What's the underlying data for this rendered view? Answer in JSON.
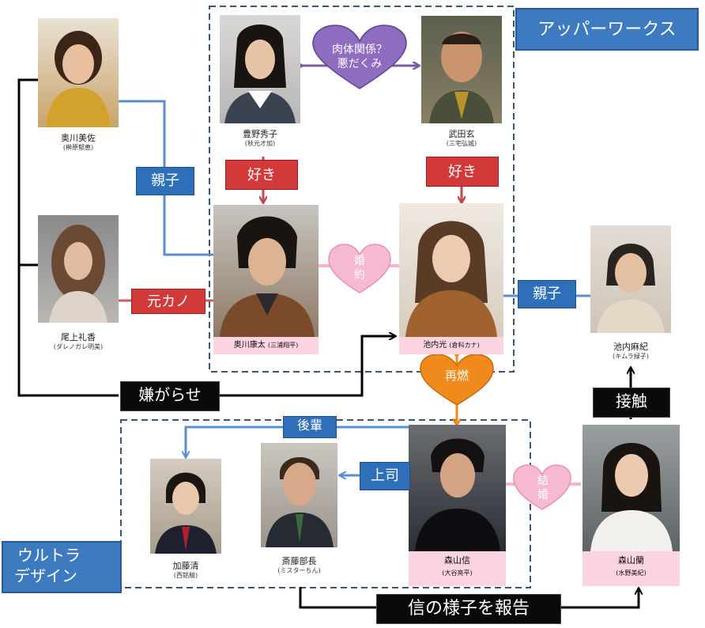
{
  "groups": {
    "upper": "アッパーワークス",
    "ultra_line1": "ウルトラ",
    "ultra_line2": "デザイン"
  },
  "people": {
    "okukawa_misa": {
      "name": "奥川美佐",
      "actor": "(榊原郁恵)"
    },
    "ogami_reika": {
      "name": "尾上礼香",
      "actor": "(ダレノガレ明美)"
    },
    "toyono_hideko": {
      "name": "豊野秀子",
      "actor": "(秋元才加)"
    },
    "takeda_gen": {
      "name": "武田玄",
      "actor": "(三宅弘城)"
    },
    "okukawa_kota": {
      "name": "奥川康太",
      "actor": "(三浦翔平)"
    },
    "ikeuchi_hikari": {
      "name": "池内光",
      "actor": "(倉科カナ)"
    },
    "ikeuchi_maki": {
      "name": "池内麻紀",
      "actor": "(キムラ緑子)"
    },
    "kato_kiyoshi": {
      "name": "加藤清",
      "actor": "(西銘駿)"
    },
    "saito_bucho": {
      "name": "斎藤部長",
      "actor": "(ミスターちん)"
    },
    "moriyama_shin": {
      "name": "森山信",
      "actor": "(大谷亮平)"
    },
    "moriyama_ran": {
      "name": "森山蘭",
      "actor": "(水野美紀)"
    }
  },
  "relations": {
    "oyako1": "親子",
    "oyako2": "親子",
    "suki1": "好き",
    "suki2": "好き",
    "motokano": "元カノ",
    "iyagarase": "嫌がらせ",
    "sesshoku": "接触",
    "kohai": "後輩",
    "joshi": "上司",
    "report": "信の様子を報告",
    "konyaku_1": "婚",
    "konyaku_2": "約",
    "kekkon_1": "結",
    "kekkon_2": "婚",
    "sainen": "再燃",
    "nikutai_1": "肉体関係？",
    "nikutai_2": "悪だくみ"
  },
  "colors": {
    "blue": "#2f6fba",
    "red": "#d23a3a",
    "pink": "#f5b3cf",
    "purple": "#7b5aa6",
    "orange": "#f08a1c",
    "dash": "#3b5575"
  }
}
